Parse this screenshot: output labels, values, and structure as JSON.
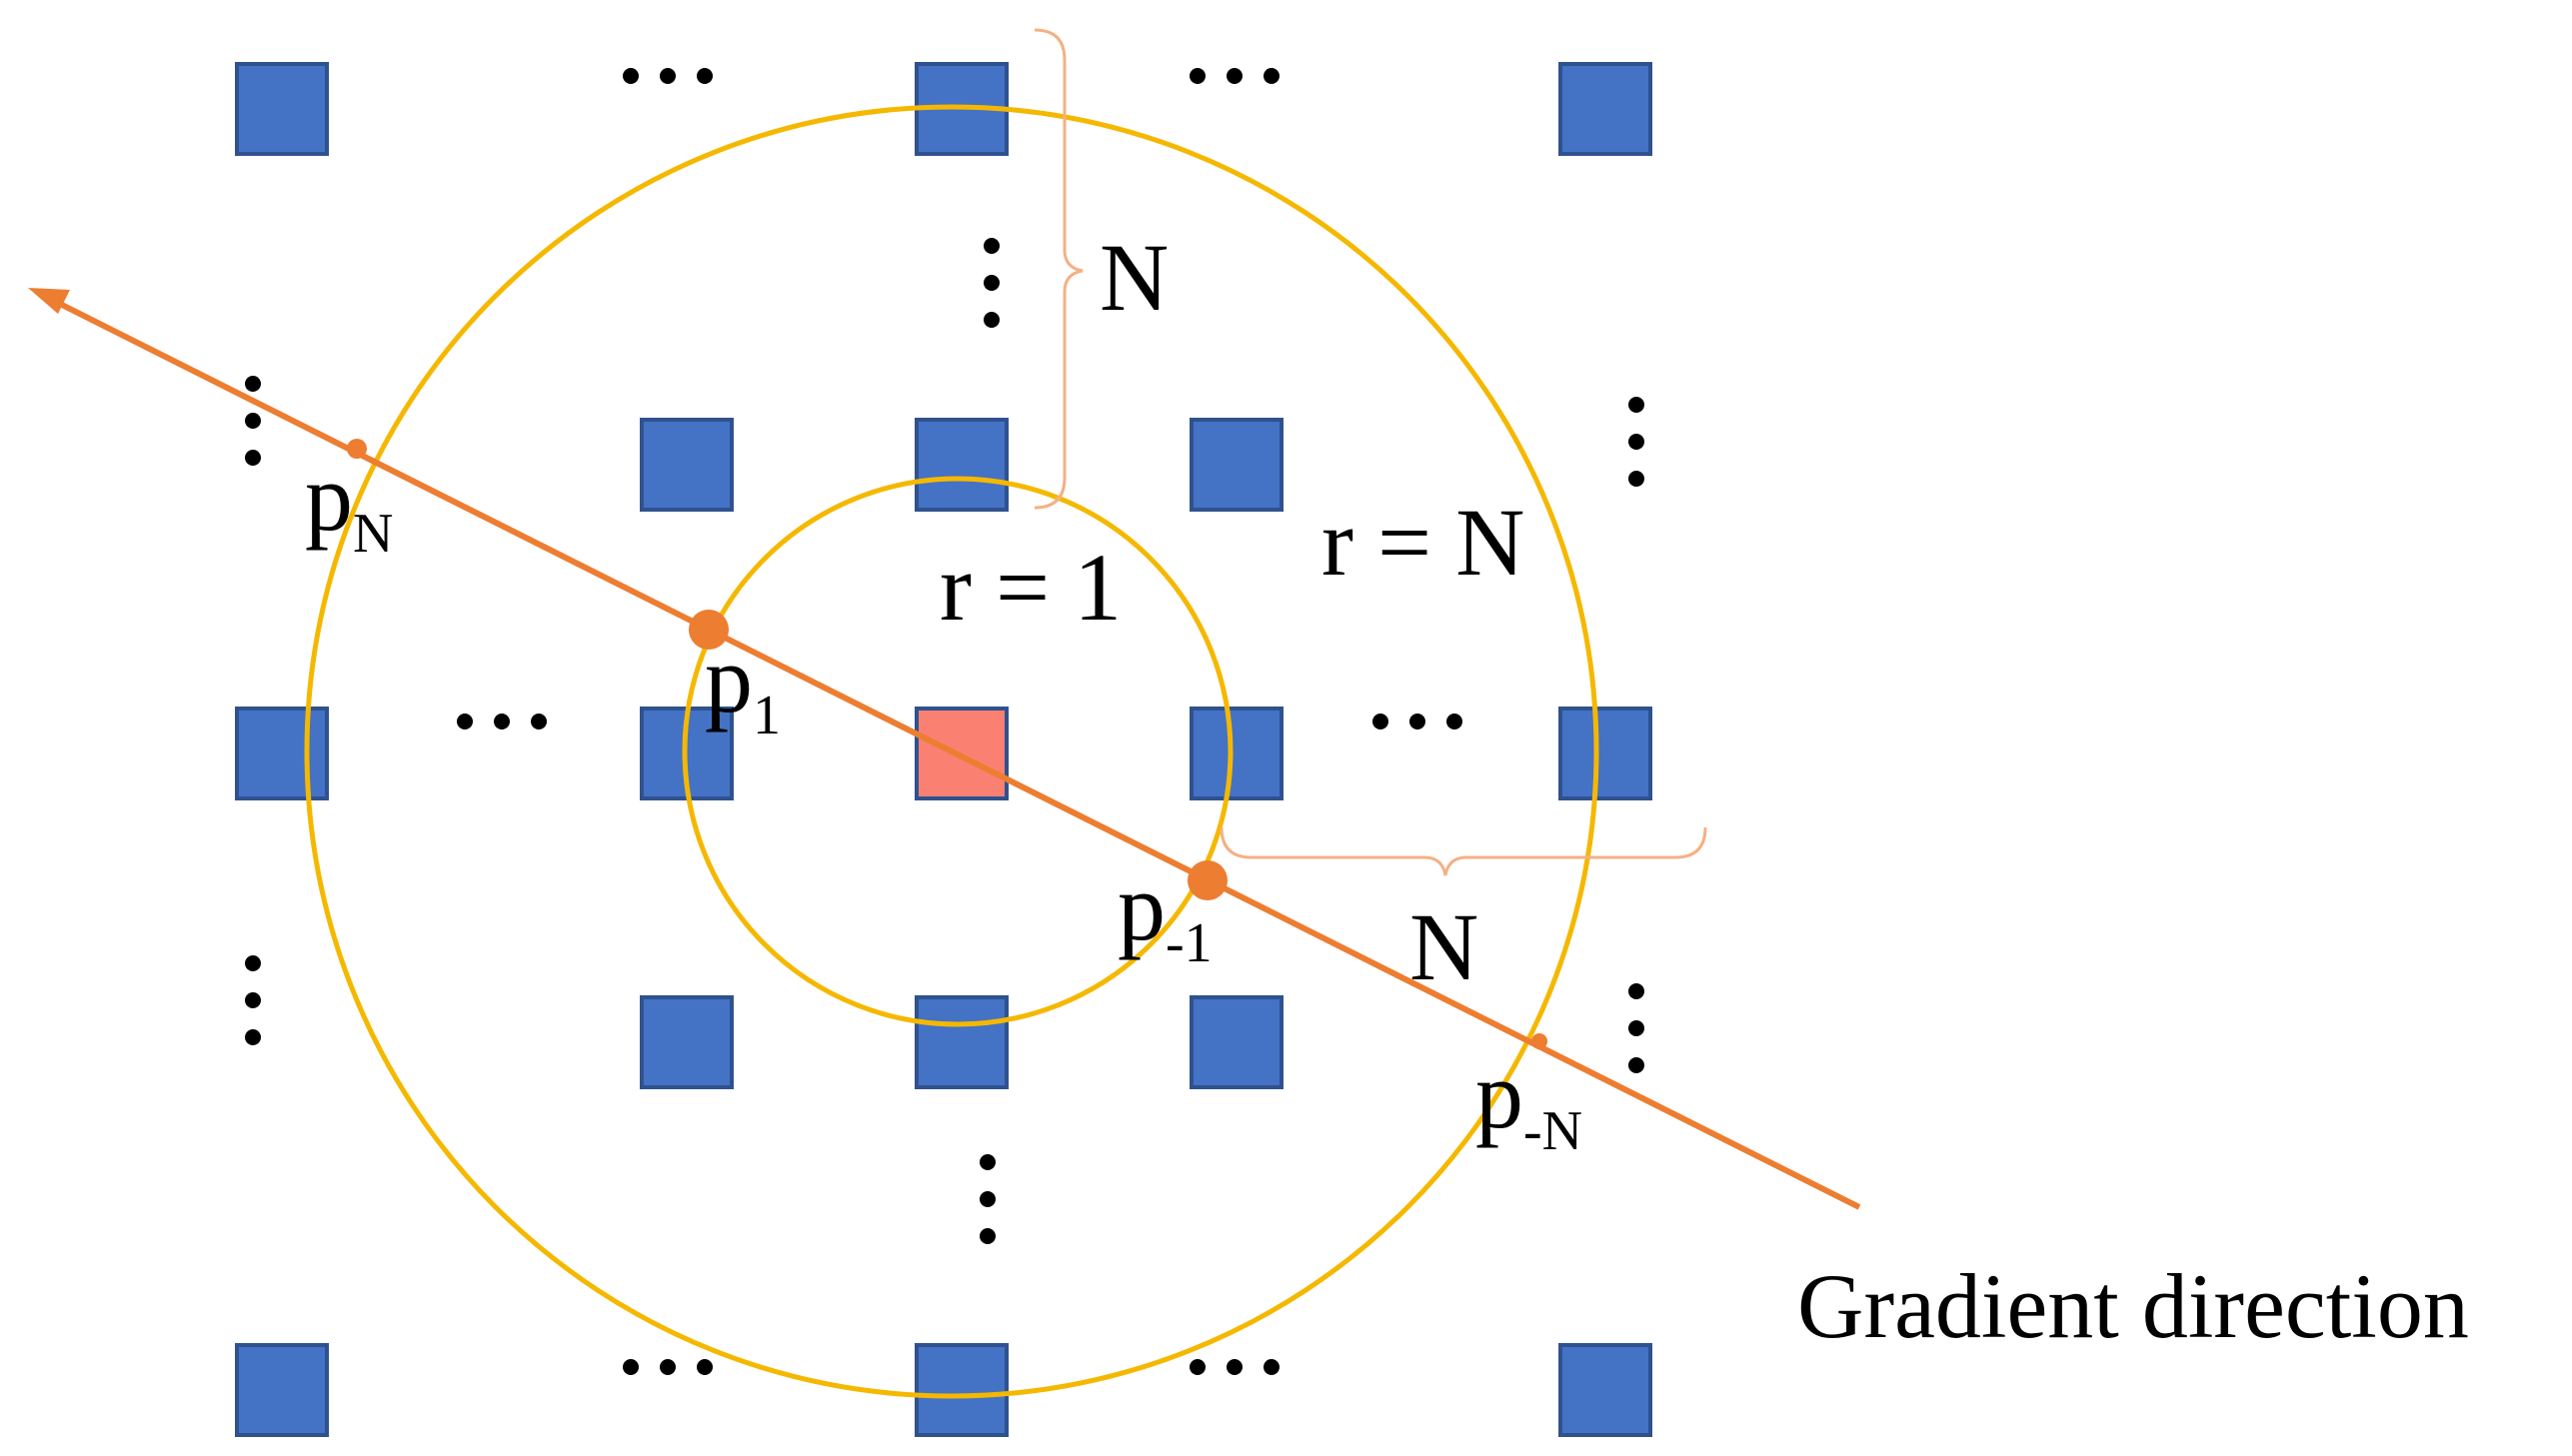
{
  "colors": {
    "pixel_fill": "#4472C4",
    "pixel_stroke": "#2F528F",
    "center_fill": "#FA8072",
    "circle": "#F5B800",
    "gradient_line": "#ED7D31",
    "point": "#ED7D31",
    "brace": "#F4B183",
    "text": "#000000"
  },
  "labels": {
    "p_n": {
      "base": "p",
      "sub": "N"
    },
    "p_1": {
      "base": "p",
      "sub": "1"
    },
    "p_m1": {
      "base": "p",
      "sub": "-1"
    },
    "p_mn": {
      "base": "p",
      "sub": "-N"
    },
    "r_one": "r = 1",
    "r_n": "r = N",
    "n_vertical": "N",
    "n_horizontal": "N",
    "gradient": "Gradient direction"
  },
  "ellipsis": {
    "horizontal": "•••",
    "vertical": "⋮"
  }
}
